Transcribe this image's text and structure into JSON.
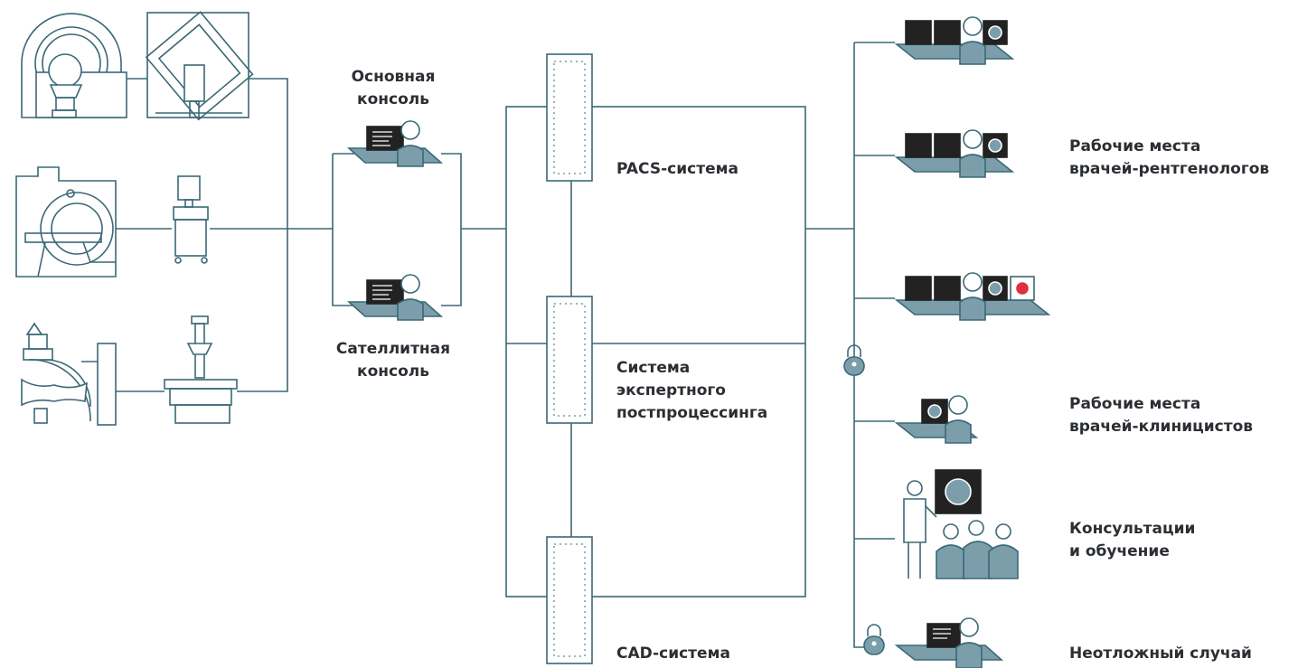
{
  "consoles": {
    "main": [
      "Основная",
      "консоль"
    ],
    "satellite": [
      "Сателлитная",
      "консоль"
    ]
  },
  "servers": {
    "pacs": [
      "PACS-система"
    ],
    "postprocessing": [
      "Система",
      "экспертного",
      "постпроцессинга"
    ],
    "cad": [
      "CAD-система"
    ]
  },
  "workplaces": {
    "radiologists": [
      "Рабочие места",
      "врачей-рентгенологов"
    ],
    "clinicians": [
      "Рабочие места",
      "врачей-клиницистов"
    ],
    "consultation": [
      "Консультации",
      "и обучение"
    ],
    "emergency": [
      "Неотложный случай"
    ]
  },
  "colors": {
    "line": "#3a6877",
    "fill": "#7c9eab",
    "text": "#2b2f33",
    "screen": "#222222"
  },
  "icons": [
    "mri-scanner-icon",
    "radiotherapy-unit-icon",
    "ct-scanner-icon",
    "ultrasound-cart-icon",
    "c-arm-icon",
    "xray-table-icon",
    "console-workstation-icon",
    "server-rack-icon",
    "workstation-icon",
    "lock-icon",
    "lecturer-icon",
    "audience-icon"
  ]
}
